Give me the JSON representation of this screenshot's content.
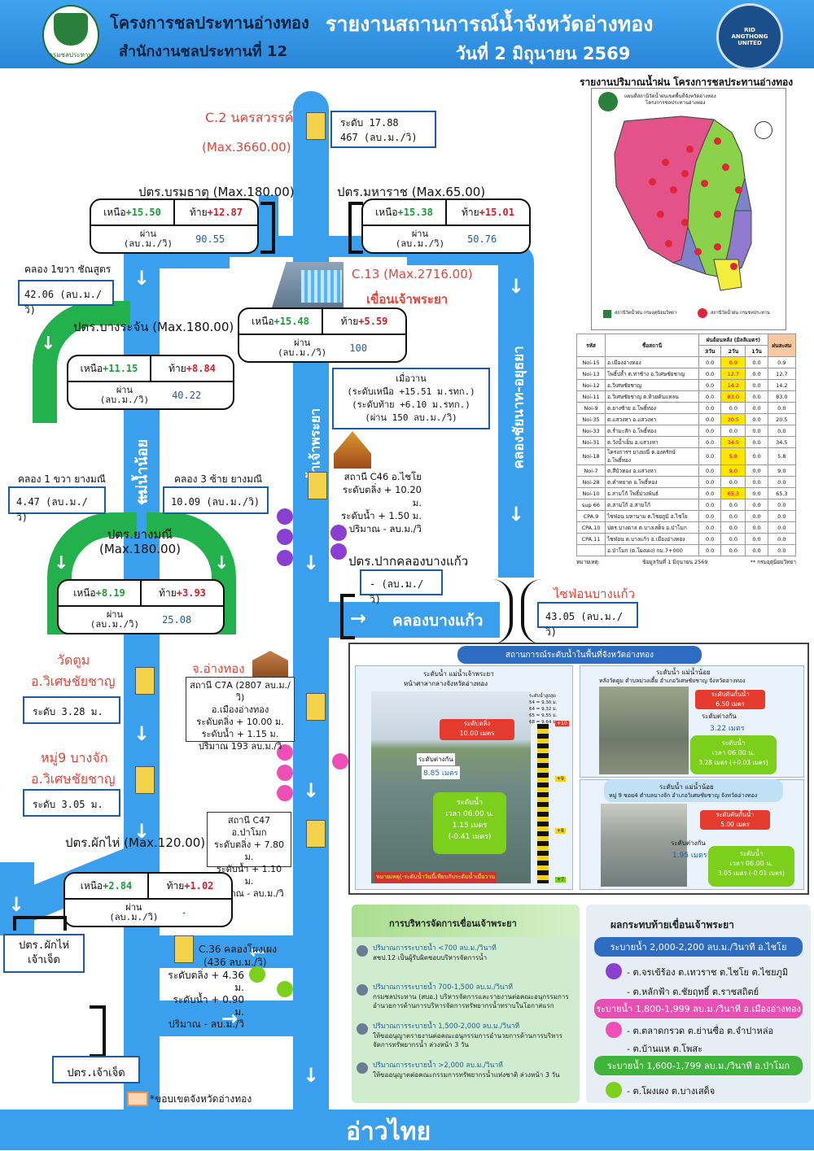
{
  "header": {
    "org1": "โครงการชลประทานอ่างทอง",
    "org2": "สำนักงานชลประทานที่ 12",
    "report_title": "รายงานสถานการณ์น้ำจังหวัดอ่างทอง",
    "report_date": "วันที่  2  มิถุนายน  2569",
    "logo_left_text": "กรมชลประทาน",
    "logo_right_text": "RID ANGTHONG UNITED"
  },
  "stations": {
    "c2_name": "C.2 นครสวรรค์",
    "c2_max": "(Max.3660.00)",
    "c2_level": "ระดับ 17.88",
    "c2_flow": "467 (ลบ.ม./วิ)",
    "c13_name": "C.13 (Max.2716.00)",
    "dam_name": "เขื่อนเจ้าพระยา",
    "c46_lines": [
      "สถานี C46 อ.ไชโย",
      "ระดับตลิ่ง + 10.20 ม.",
      "ระดับน้ำ + 1.50 ม.",
      "ปริมาณ - ลบ.ม./วิ"
    ],
    "c7a_title": "จ.อ่างทอง",
    "c7a_lines": [
      "สถานี C7A (2807 ลบ.ม./วิ)",
      "อ.เมืองอ่างทอง",
      "ระดับตลิ่ง + 10.00 ม.",
      "ระดับน้ำ + 1.15 ม.",
      "ปริมาณ 193 ลบ.ม./วิ"
    ],
    "c47_lines": [
      "สถานี C47 อ.ป่าโมก",
      "ระดับตลิ่ง + 7.80 ม.",
      "ระดับน้ำ + 1.10 ม.",
      "ปริมาณ - ลบ.ม./วิ"
    ],
    "c36_name": "C.36 คลองโผงเผง",
    "c36_flow": "(436 ลบ.ม./วิ)",
    "c36_lines": [
      "ระดับตลิ่ง + 4.36 ม.",
      "ระดับน้ำ + 0.90 ม.",
      "ปริมาณ  - ลบ.ม./วิ"
    ],
    "watdum_title1": "วัดตูม",
    "watdum_title2": "อ.วิเศษชัยชาญ",
    "watdum_level": "ระดับ 3.28 ม.",
    "moo9_title1": "หมู่9 บางจัก",
    "moo9_title2": "อ.วิเศษชัยชาญ",
    "moo9_level": "ระดับ 3.05 ม."
  },
  "gates": {
    "boromathat": {
      "title": "ปตร.บรมธาตุ (Max.180.00)",
      "up_label": "เหนือ",
      "up": "+15.50",
      "down_label": "ท้าย",
      "down": "+12.87",
      "flow_label": "ผ่าน\n(ลบ.ม./วิ)",
      "flow": "90.55"
    },
    "maharat": {
      "title": "ปตร.มหาราช (Max.65.00)",
      "up_label": "เหนือ",
      "up": "+15.38",
      "down_label": "ท้าย",
      "down": "+15.01",
      "flow_label": "ผ่าน\n(ลบ.ม./วิ)",
      "flow": "50.76"
    },
    "dam": {
      "up_label": "เหนือ",
      "up": "+15.48",
      "down_label": "ท้าย",
      "down": "+5.59",
      "flow_label": "ผ่าน\n(ลบ.ม./วิ)",
      "flow": "100"
    },
    "bangrachan": {
      "title": "ปตร.บางระจัน (Max.180.00)",
      "up_label": "เหนือ",
      "up": "+11.15",
      "down_label": "ท้าย",
      "down": "+8.84",
      "flow_label": "ผ่าน\n(ลบ.ม./วิ)",
      "flow": "40.22"
    },
    "yangmanee": {
      "title": "ปตร.ยางมณี\n(Max.180.00)",
      "up_label": "เหนือ",
      "up": "+8.19",
      "down_label": "ท้าย",
      "down": "+3.93",
      "flow_label": "ผ่าน\n(ลบ.ม./วิ)",
      "flow": "25.08"
    },
    "phakhai": {
      "title": "ปตร.ผักไห่ (Max.120.00)",
      "up_label": "เหนือ",
      "up": "+2.84",
      "down_label": "ท้าย",
      "down": "+1.02",
      "flow_label": "ผ่าน\n(ลบ.ม./วิ)",
      "flow": "-"
    }
  },
  "canals": {
    "chanasutr_label": "คลอง 1ขวา ชัณสูตร",
    "chanasutr_flow": "42.06  (ลบ.ม./วิ)",
    "yang1_label": "คลอง 1 ขวา ยางมณี",
    "yang1_flow": "4.47  (ลบ.ม./วิ)",
    "yang3_label": "คลอง 3 ซ้าย ยางมณี",
    "yang3_flow": "10.09  (ลบ.ม./วิ)",
    "bangkaeo_gate": "ปตร.ปากคลองบางแก้ว",
    "bangkaeo_flow": "-  (ลบ.ม./วิ)",
    "siphon_label": "ไซฟ่อนบางแก้ว",
    "siphon_flow": "43.05  (ลบ.ม./วิ)",
    "yesterday_lines": [
      "เมื่อวาน",
      "(ระดับเหนือ +15.51 ม.รทก.)",
      "(ระดับท้าย  +6.10 ม.รทก.)",
      "(ผ่าน 150 ลบ.ม./วิ)"
    ]
  },
  "rivers": {
    "noi": "แม่น้ำน้อย",
    "chao": "แม่น้ำเจ้าพระยา",
    "chainat": "คลองชัยนาท-อยุธยา",
    "bangkaeo": "คลองบางแก้ว",
    "gulf": "อ่าวไทย"
  },
  "boxes": {
    "phakhai_cj": "ปตร.ผักไห่\nเจ้าเจ็ด",
    "chaochet": "ปตร.เจ้าเจ็ด",
    "legend": "*ขอบเขตจังหวัดอ่างทอง"
  },
  "rain": {
    "title": "รายงานปริมาณน้ำฝน โครงการชลประทานอ่างทอง",
    "map_title": "แผนที่สถานีวัดน้ำฝนเขตพื้นที่จังหวัดอ่างทอง",
    "map_subtitle": "โครงการชลประทานอ่างทอง",
    "map_legend1": "สถานีวัดน้ำฝน กรมอุตุนิยมวิทยา",
    "map_legend2": "สถานีวัดน้ำฝน กรมชลประทาน",
    "col_code": "รหัส",
    "col_name": "ชื่อสถานี",
    "col_group": "ฝนย้อนหลัง (มิลลิเมตร)",
    "col_3d": "3วัน",
    "col_2d": "2วัน",
    "col_1d": "1วัน",
    "col_total": "ฝนสะสม",
    "rows": [
      [
        "Noi-15",
        "อ.เมืองอ่างทอง",
        "0.0",
        "0.9",
        "0.0",
        "0.9"
      ],
      [
        "Noi-13",
        "โพธิ์ปล้ำ ต.ท่าช้าง อ.วิเศษชัยชาญ",
        "0.0",
        "12.7",
        "0.0",
        "12.7"
      ],
      [
        "Noi-12",
        "อ.วิเศษชัยชาญ",
        "0.0",
        "14.2",
        "0.0",
        "14.2"
      ],
      [
        "Noi-11",
        "อ.วิเศษชัยชาญ ต.ห้วยคันแหลน",
        "0.0",
        "83.0",
        "0.0",
        "83.0"
      ],
      [
        "Noi-9",
        "ต.ยางซ้าย อ.โพธิ์ทอง",
        "0.0",
        "0.0",
        "0.0",
        "0.0"
      ],
      [
        "Noi-35",
        "ต.แสวงหา อ.แสวงหา",
        "0.0",
        "20.5",
        "0.0",
        "20.5"
      ],
      [
        "Noi-33",
        "ต.ร่ำมะสัก อ.โพธิ์ทอง",
        "0.0",
        "0.0",
        "0.0",
        "0.0"
      ],
      [
        "Noi-31",
        "ต.วังน้ำเย็น อ.แสวงหา",
        "0.0",
        "34.5",
        "0.0",
        "34.5"
      ],
      [
        "Noi-18",
        "โครงการฯ ยางมณี ต.องครักษ์ อ.โพธิ์ทอง",
        "0.0",
        "5.8",
        "0.0",
        "5.8"
      ],
      [
        "Noi-7",
        "ต.สีบัวทอง อ.แสวงหา",
        "0.0",
        "9.0",
        "0.0",
        "9.0"
      ],
      [
        "Noi-28",
        "ต.คำหยาด อ.โพธิ์ทอง",
        "0.0",
        "0.0",
        "0.0",
        "0.0"
      ],
      [
        "Noi-10",
        "อ.สามโก้ โพธิ์ม่วงพันธ์",
        "0.0",
        "65.3",
        "0.0",
        "65.3"
      ],
      [
        "sup 66",
        "ต.สามโก้ อ.สามโก้",
        "0.0",
        "0.0",
        "0.0",
        "0.0"
      ],
      [
        "CPA.9",
        "ไซฟ่อน มหานาม ต.ไชยภูมิ อ.ไชโย",
        "0.0",
        "0.0",
        "0.0",
        "0.0"
      ],
      [
        "CPA.10",
        "ปตร.บางตาล ต.บางเสด็จ อ.ป่าโมก",
        "0.0",
        "0.0",
        "0.0",
        "0.0"
      ],
      [
        "CPA.11",
        "ไซฟ่อน ต.บางแก้ว อ.เมืองอ่างทอง",
        "0.0",
        "0.0",
        "0.0",
        "0.0"
      ],
      [
        "",
        "อ.ป่าโมก (ต.โผงเผง) กม.7+000",
        "0.0",
        "0.0",
        "0.0",
        "0.0"
      ]
    ],
    "highlight_col": 3,
    "footer_note": "หมายเหตุ:",
    "footer_date": "ข้อมูลวันที่      1 มิถุนายน 2569",
    "footer_src": "** กรมอุตุนิยมวิทยา"
  },
  "situation": {
    "header": "สถานการณ์ระดับน้ำในพื้นที่จังหวัดอ่างทอง",
    "left_title1": "ระดับน้ำ แม่น้ำเจ้าพระยา",
    "left_title2": "หน้าศาลากลางจังหวัดอ่างทอง",
    "left_bank": "ระดับตลิ่ง\n10.00 เมตร",
    "left_diff_label": "ระดับต่างกัน",
    "left_diff": "8.85 เมตร",
    "left_water_label": "ระดับน้ำ",
    "left_water_time": "เวลา 06.00 น.",
    "left_water": "1.15  เมตร",
    "left_water_change": "(-0.41 เมตร)",
    "left_note": "หมายเหตุ(-ระดับน้ำวันนี้เทียบกับระดับน้ำเมื่อวาน",
    "staff_lines": [
      "ระดับน้ำสูงสุด",
      "54 = 9.30 ม.",
      "64 = 9.32 ม.",
      "65 = 9.55 ม.",
      "68 = 9.64 ม."
    ],
    "staff_marks": [
      "+10",
      "+9",
      "+8",
      "+7"
    ],
    "rt_title1": "ระดับน้ำ แม่น้ำน้อย",
    "rt_title2": "หลังวัดตูม ตำบลม่วงเตี้ย อำเภอวิเศษชัยชาญ จังหวัดอ่างทอง",
    "rt_bank": "ระดับคันกั้นน้ำ\n6.50 เมตร",
    "rt_diff_label": "ระดับต่างกัน",
    "rt_diff": "3.22 เมตร",
    "rt_water_label": "ระดับน้ำ",
    "rt_water_time": "เวลา 06.00 น.",
    "rt_water": "3.28 เมตร (+0.03 เมตร)",
    "rb_title1": "ระดับน้ำ แม่น้ำน้อย",
    "rb_title2": "หมู่ 9 ซอย4 ตำบลบางจัก อำเภอวิเศษชัยชาญ จังหวัดอ่างทอง",
    "rb_bank": "ระดับคันกั้นน้ำ\n5.00 เมตร",
    "rb_diff_label": "ระดับต่างกัน",
    "rb_diff": "1.95 เมตร",
    "rb_water_label": "ระดับน้ำ",
    "rb_water_time": "เวลา 06.00 น.",
    "rb_water": "3.05 เมตร (-0.01 เมตร)"
  },
  "management": {
    "title": "การบริหารจัดการเขื่อนเจ้าพระยา",
    "items": [
      {
        "head": "ปริมาณการระบายน้ำ <700 ลบ.ม./วินาที",
        "body": "สชป.12 เป็นผู้รับผิดชอบบริหารจัดการน้ำ"
      },
      {
        "head": "ปริมาณการระบายน้ำ 700-1,500 ลบ.ม./วินาที",
        "body": "กรมชลประทาน (สบอ.) บริหารจัดการและรายงานต่อคณะอนุกรรมการอำนวยการด้านการบริหารจัดการทรัพยากรน้ำทราบในโอกาสแรก"
      },
      {
        "head": "ปริมาณการระบายน้ำ 1,500-2,000 ลบ.ม./วินาที",
        "body": "ให้ขออนุญาตรายงานต่อคณะอนุกรรมการอำนวยการด้านการบริหารจัดการทรัพยากรน้ำ ล่วงหน้า 3 วัน"
      },
      {
        "head": "ปริมาณการระบายน้ำ >2,000 ลบ.ม./วินาที",
        "body": "ให้ขออนุญาตต่อคณะกรรมการทรัพยากรน้ำแห่งชาติ ล่วงหน้า 3 วัน"
      }
    ]
  },
  "impact": {
    "title": "ผลกระทบท้ายเขื่อนเจ้าพระยา",
    "b1": "ระบายน้ำ 2,000-2,200 ลบ.ม./วินาที    อ.ไชโย",
    "b1_a": "- ต.จรเข้ร้อง ต.เทวราช ต.ไชโย ต.ไชยภูมิ",
    "b1_b": "- ต.หลักฟ้า ต.ชัยฤทธิ์ ต.ราชสถิตย์",
    "b2": "ระบายน้ำ 1,800-1,999 ลบ.ม./วินาที อ.เมืองอ่างทอง",
    "b2_a": "- ต.ตลาดกรวด ต.ย่านซื่อ ต.จำปาหล่อ",
    "b2_b": "- ต.บ้านแห ต.โพสะ",
    "b3": "ระบายน้ำ 1,600-1,799 ลบ.ม./วินาที    อ.ป่าโมก",
    "b3_a": "- ต.โผงเผง ต.บางเสด็จ"
  },
  "colors": {
    "river": "#3aa0ee",
    "header_bg": "#2d8fe0",
    "canal_green": "#22b14c",
    "dot_purple": "#8a3fd1",
    "dot_pink": "#ee4fb5",
    "dot_green": "#7ccf1b"
  }
}
